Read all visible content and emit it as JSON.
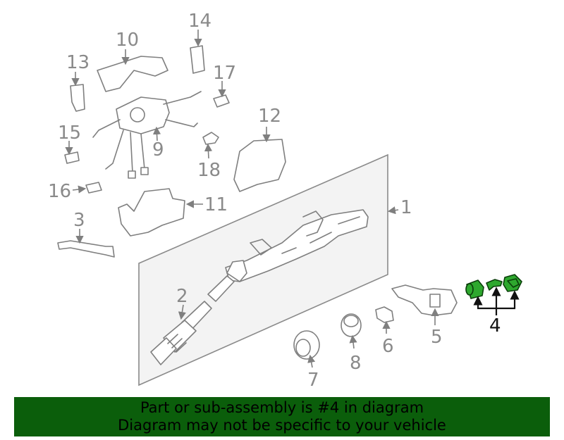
{
  "callouts": {
    "c1": "1",
    "c2": "2",
    "c3": "3",
    "c4": "4",
    "c5": "5",
    "c6": "6",
    "c7": "7",
    "c8": "8",
    "c9": "9",
    "c10": "10",
    "c11": "11",
    "c12": "12",
    "c13": "13",
    "c14": "14",
    "c15": "15",
    "c16": "16",
    "c17": "17",
    "c18": "18"
  },
  "banner": {
    "line1": "Part or sub-assembly is #4 in diagram",
    "line2": "Diagram may not be specific to your vehicle"
  },
  "colors": {
    "highlight": "#2ea82e",
    "banner_bg": "#0b5e0b",
    "line_art": "#7f7f7f"
  }
}
